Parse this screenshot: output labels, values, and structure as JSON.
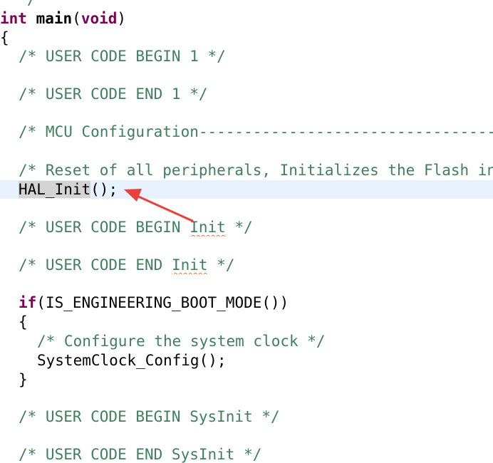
{
  "code": {
    "l00_comment_tail": "*/",
    "l01_kw_int": "int",
    "l01_fn_main": "main",
    "l01_paren_open": "(",
    "l01_kw_void": "void",
    "l01_paren_close": ")",
    "l02_brace_open": "{",
    "l03_comment": "/* USER CODE BEGIN 1 */",
    "l05_comment": "/* USER CODE END 1 */",
    "l07_comment": "/* MCU Configuration--------------------------------------------------------",
    "l09_comment": "/* Reset of all peripherals, Initializes the Flash interface and the Systick. */",
    "l10_sel_a": "HAL_I",
    "l10_sel_b": "nit",
    "l10_rest": "();",
    "l12_comment_a": "/* USER CODE BEGIN ",
    "l12_comment_word": "Init",
    "l12_comment_b": " */",
    "l14_comment_a": "/* USER CODE END ",
    "l14_comment_word": "Init",
    "l14_comment_b": " */",
    "l16_kw_if": "if",
    "l16_rest": "(IS_ENGINEERING_BOOT_MODE())",
    "l17_brace_open": "{",
    "l18_comment": "/* Configure the system clock */",
    "l19_call": "SystemClock_Config();",
    "l20_brace_close": "}",
    "l22_comment": "/* USER CODE BEGIN SysInit */",
    "l24_comment": "/* USER CODE END SysInit */"
  },
  "colors": {
    "keyword": "#7f0055",
    "comment": "#3f7f5f",
    "current_line": "#e8f2fe",
    "annotation_arrow": "#e8403a"
  }
}
